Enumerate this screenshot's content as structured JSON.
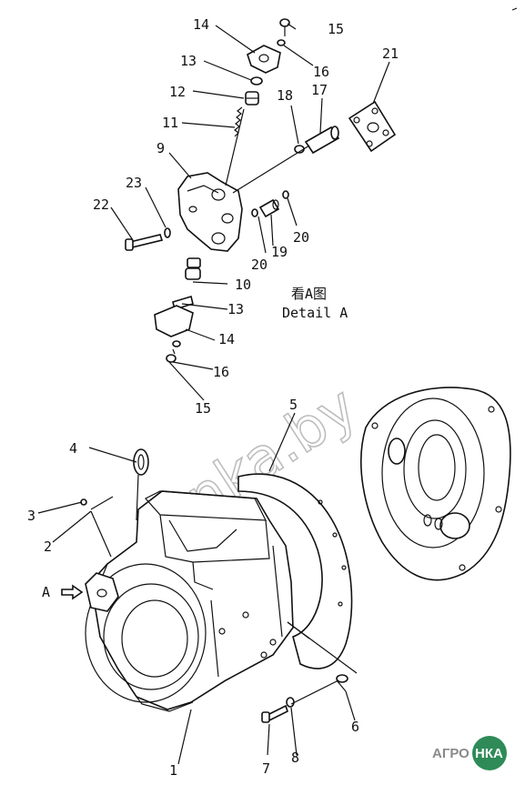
{
  "detail_caption": {
    "chinese": "看A图",
    "english": "Detail A"
  },
  "view_marker": "A",
  "watermark": "nka.by",
  "logo": {
    "left": "АГРО",
    "right": "НКА"
  },
  "colors": {
    "line": "#111111",
    "background": "#ffffff",
    "watermark": "#bdbdbd",
    "logo_green": "#2e8b57",
    "logo_gray": "#8a8a8a"
  },
  "callouts": [
    {
      "id": "c1",
      "text": "1"
    },
    {
      "id": "c2",
      "text": "2"
    },
    {
      "id": "c3",
      "text": "3"
    },
    {
      "id": "c4",
      "text": "4"
    },
    {
      "id": "c5",
      "text": "5"
    },
    {
      "id": "c6",
      "text": "6"
    },
    {
      "id": "c7",
      "text": "7"
    },
    {
      "id": "c8",
      "text": "8"
    },
    {
      "id": "c9",
      "text": "9"
    },
    {
      "id": "c10",
      "text": "10"
    },
    {
      "id": "c11",
      "text": "11"
    },
    {
      "id": "c12",
      "text": "12"
    },
    {
      "id": "c13a",
      "text": "13"
    },
    {
      "id": "c13b",
      "text": "13"
    },
    {
      "id": "c14a",
      "text": "14"
    },
    {
      "id": "c14b",
      "text": "14"
    },
    {
      "id": "c15a",
      "text": "15"
    },
    {
      "id": "c15b",
      "text": "15"
    },
    {
      "id": "c16a",
      "text": "16"
    },
    {
      "id": "c16b",
      "text": "16"
    },
    {
      "id": "c17",
      "text": "17"
    },
    {
      "id": "c18",
      "text": "18"
    },
    {
      "id": "c19",
      "text": "19"
    },
    {
      "id": "c20a",
      "text": "20"
    },
    {
      "id": "c20b",
      "text": "20"
    },
    {
      "id": "c21",
      "text": "21"
    },
    {
      "id": "c22",
      "text": "22"
    },
    {
      "id": "c23",
      "text": "23"
    }
  ]
}
